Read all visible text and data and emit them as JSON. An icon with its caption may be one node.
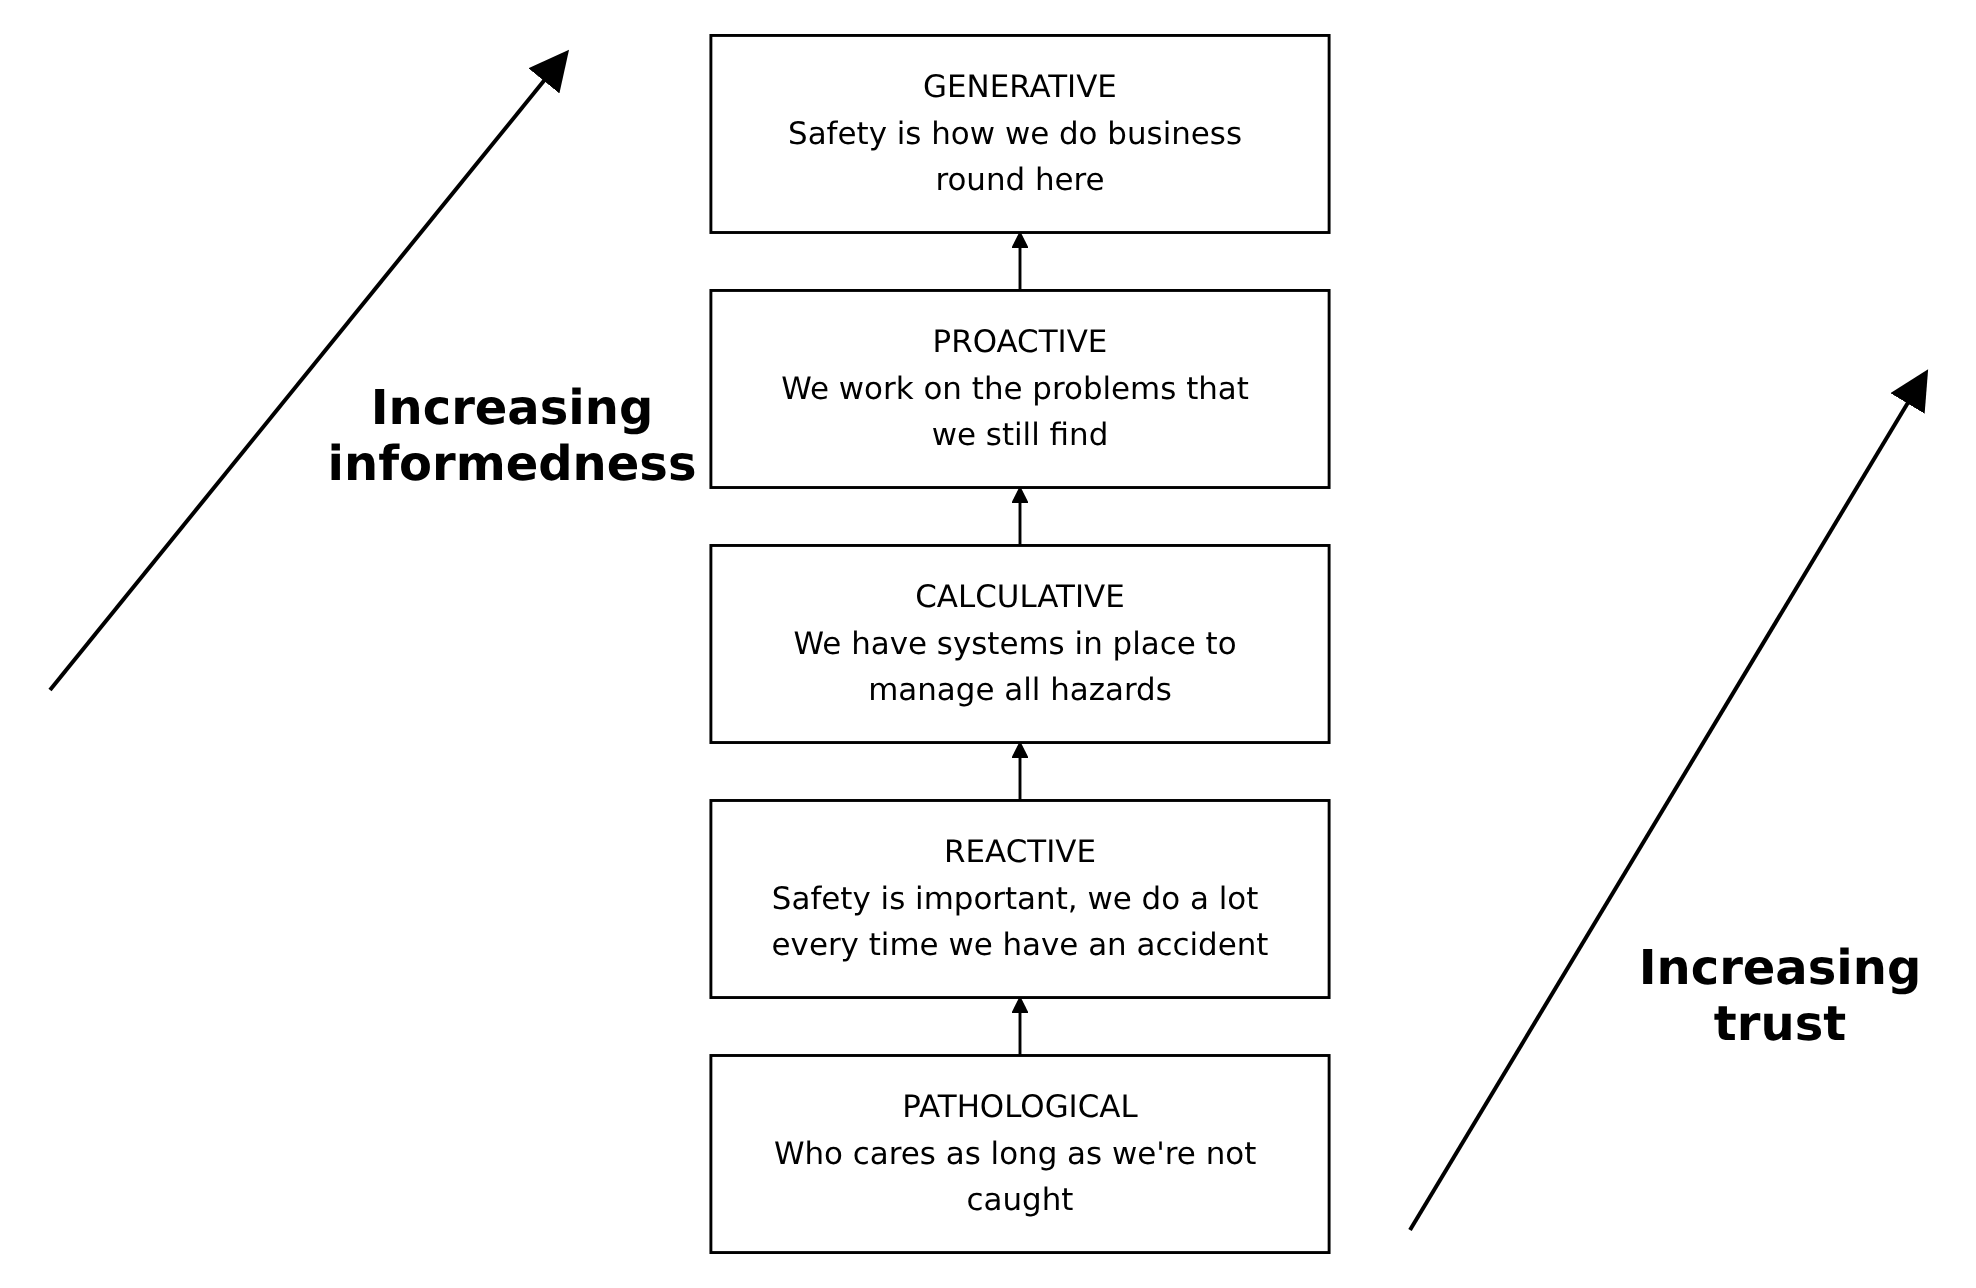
{
  "diagram": {
    "nodes": [
      {
        "text": [
          "PATHOLOGICAL",
          "Who cares as long as we're not caught"
        ]
      },
      {
        "text": [
          "REACTIVE",
          "Safety is important, we do a lot every time we have an accident"
        ]
      },
      {
        "text": [
          "CALCULATIVE",
          "We have systems in place to manage all hazards"
        ]
      },
      {
        "text": [
          "PROACTIVE",
          "We work on the problems that we still find"
        ]
      },
      {
        "text": [
          "GENERATIVE",
          "Safety is how we do business round here"
        ]
      }
    ],
    "edges": [
      {
        "from": 0,
        "to": 1,
        "arrow": "to"
      },
      {
        "from": 1,
        "to": 2,
        "arrow": "to"
      },
      {
        "from": 2,
        "to": 3,
        "arrow": "to"
      },
      {
        "from": 3,
        "to": 4,
        "arrow": "to"
      }
    ],
    "labels": [
      "Increasing informedness",
      "Increasing trust"
    ]
  }
}
